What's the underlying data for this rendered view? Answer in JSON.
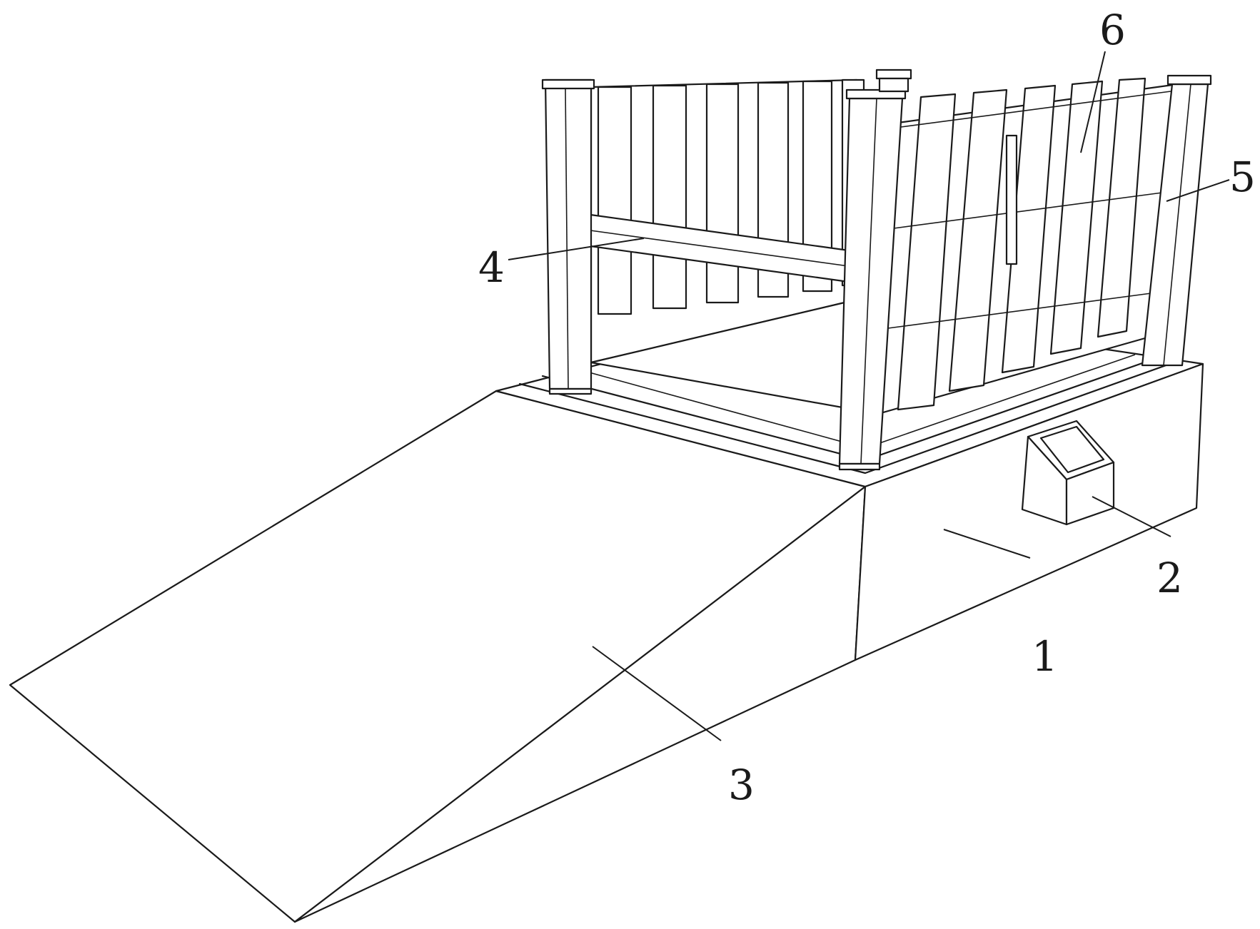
{
  "labels": {
    "base": "1",
    "control_box": "2",
    "ramp": "3",
    "crossbar": "4",
    "corner_post": "5",
    "fence_slats": "6"
  }
}
